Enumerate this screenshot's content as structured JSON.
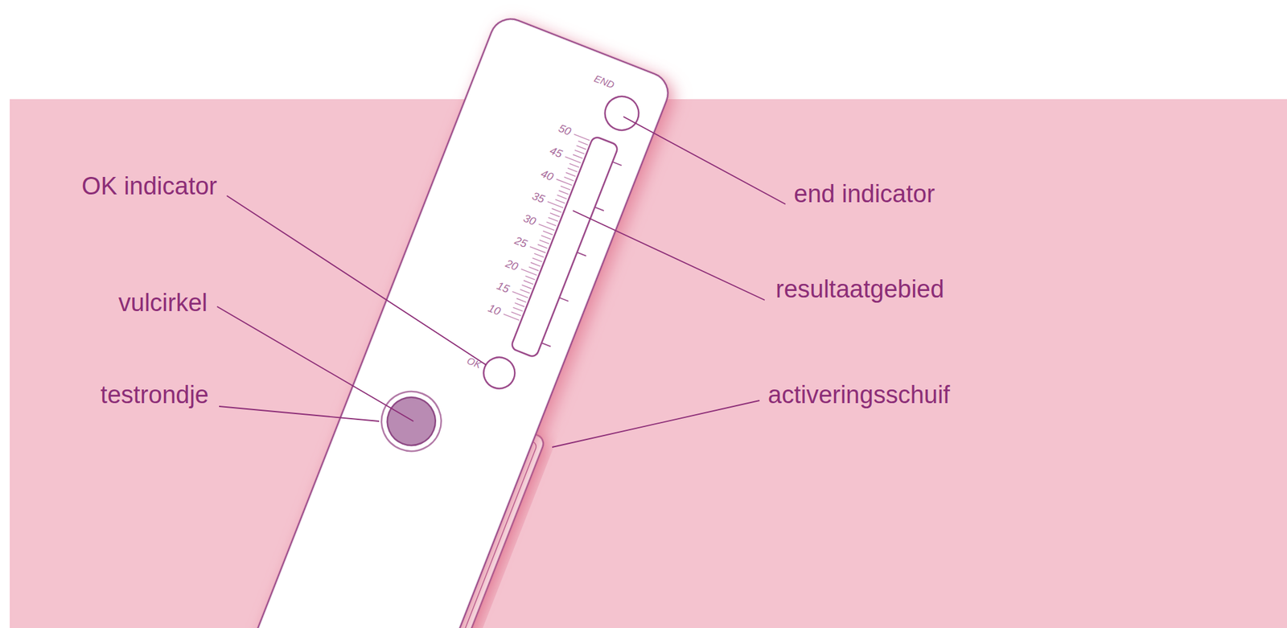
{
  "diagram": {
    "labels": [
      "OK indicator",
      "vulcirkel",
      "testrondje",
      "END",
      "50",
      "45",
      "40",
      "35",
      "30",
      "25",
      "20",
      "15",
      "10",
      "OK",
      "end indicator",
      "resultaatgebied",
      "activeringsschuif"
    ]
  }
}
